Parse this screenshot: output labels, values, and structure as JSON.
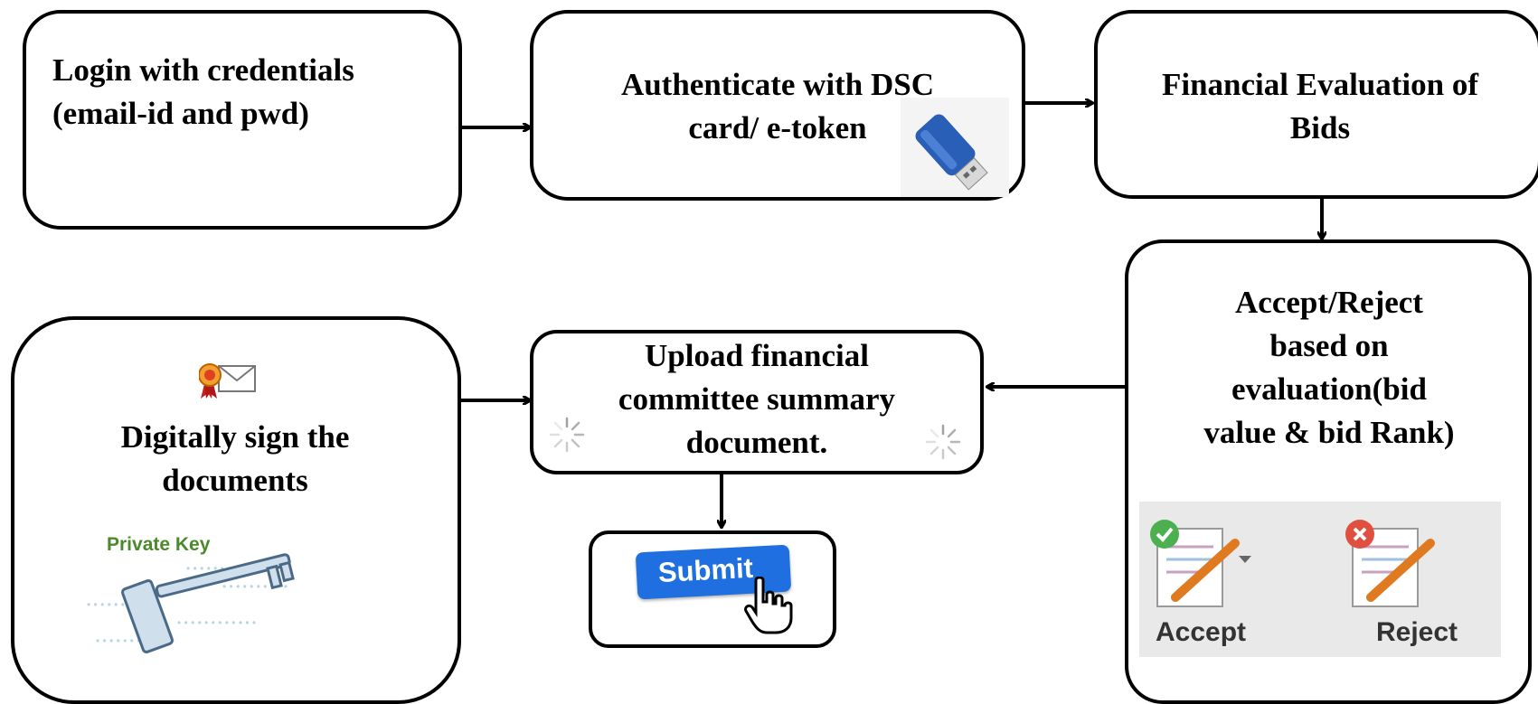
{
  "steps": {
    "login": {
      "line1": "Login with credentials",
      "line2": "(email-id and pwd)"
    },
    "authenticate": {
      "line1": "Authenticate with DSC",
      "line2": "card/ e-token"
    },
    "financial": {
      "line1": "Financial Evaluation of",
      "line2": "Bids"
    },
    "accept_reject": {
      "line1": "Accept/Reject",
      "line2": "based on",
      "line3": "evaluation(bid",
      "line4": "value & bid Rank)"
    },
    "upload": {
      "line1": "Upload financial",
      "line2": "committee summary",
      "line3": "document."
    },
    "sign": {
      "line1": "Digitally sign the",
      "line2": "documents"
    },
    "submit": {
      "button_label": "Submit"
    }
  },
  "images": {
    "private_key_label": "Private Key",
    "accept_label": "Accept",
    "reject_label": "Reject"
  },
  "icons": [
    "usb-token-icon",
    "certificate-mail-icon",
    "private-key-icon",
    "loading-spinner-icon",
    "submit-button-icon",
    "hand-cursor-icon",
    "accept-document-icon",
    "reject-document-icon"
  ]
}
